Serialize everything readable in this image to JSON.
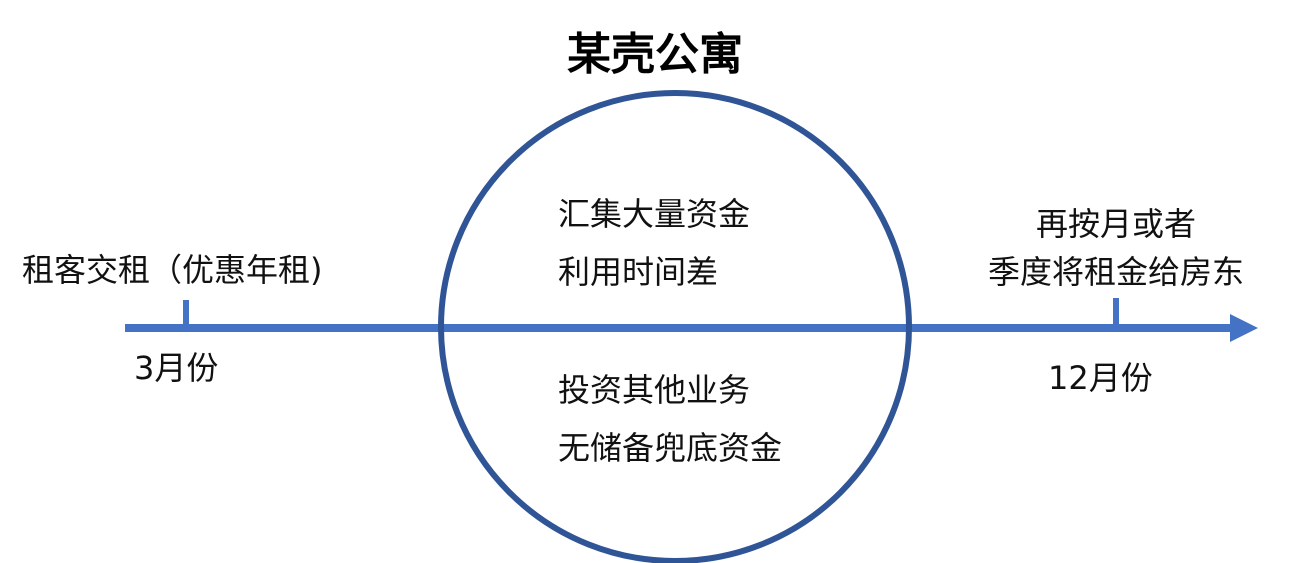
{
  "title": "某壳公寓",
  "colors": {
    "timeline": "#4472C4",
    "circle": "#2F5597",
    "text": "#111111"
  },
  "timeline": {
    "start": {
      "event": "租客交租（优惠年租)",
      "month": "3月份"
    },
    "end": {
      "event_lines": [
        "再按月或者",
        "季度将租金给房东"
      ],
      "month": "12月份"
    }
  },
  "circle": {
    "upper_lines": [
      "汇集大量资金",
      "利用时间差"
    ],
    "lower_lines": [
      "投资其他业务",
      "无储备兜底资金"
    ]
  }
}
